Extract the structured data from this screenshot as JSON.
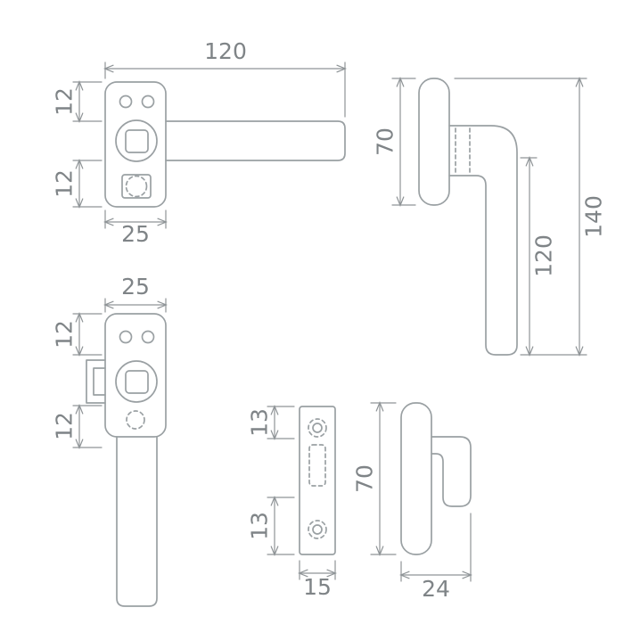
{
  "colors": {
    "bg": "#ffffff",
    "line": "#9aa0a3",
    "dim": "#8f9497",
    "dimtext": "#7f8487"
  },
  "drawing": {
    "views": {
      "top": {
        "dims": {
          "length": "120",
          "offset_top": "12",
          "offset_bottom": "12",
          "plate_width": "25"
        }
      },
      "side": {
        "dims": {
          "rosette_height": "70",
          "grip_length": "120",
          "total_height": "140"
        }
      },
      "front": {
        "dims": {
          "plate_width": "25",
          "offset_top": "12",
          "offset_bottom": "12"
        }
      },
      "strike_plate": {
        "dims": {
          "offset_top": "13",
          "offset_bottom": "13",
          "width": "15"
        }
      },
      "profile": {
        "dims": {
          "height": "70",
          "depth": "24"
        }
      }
    }
  }
}
